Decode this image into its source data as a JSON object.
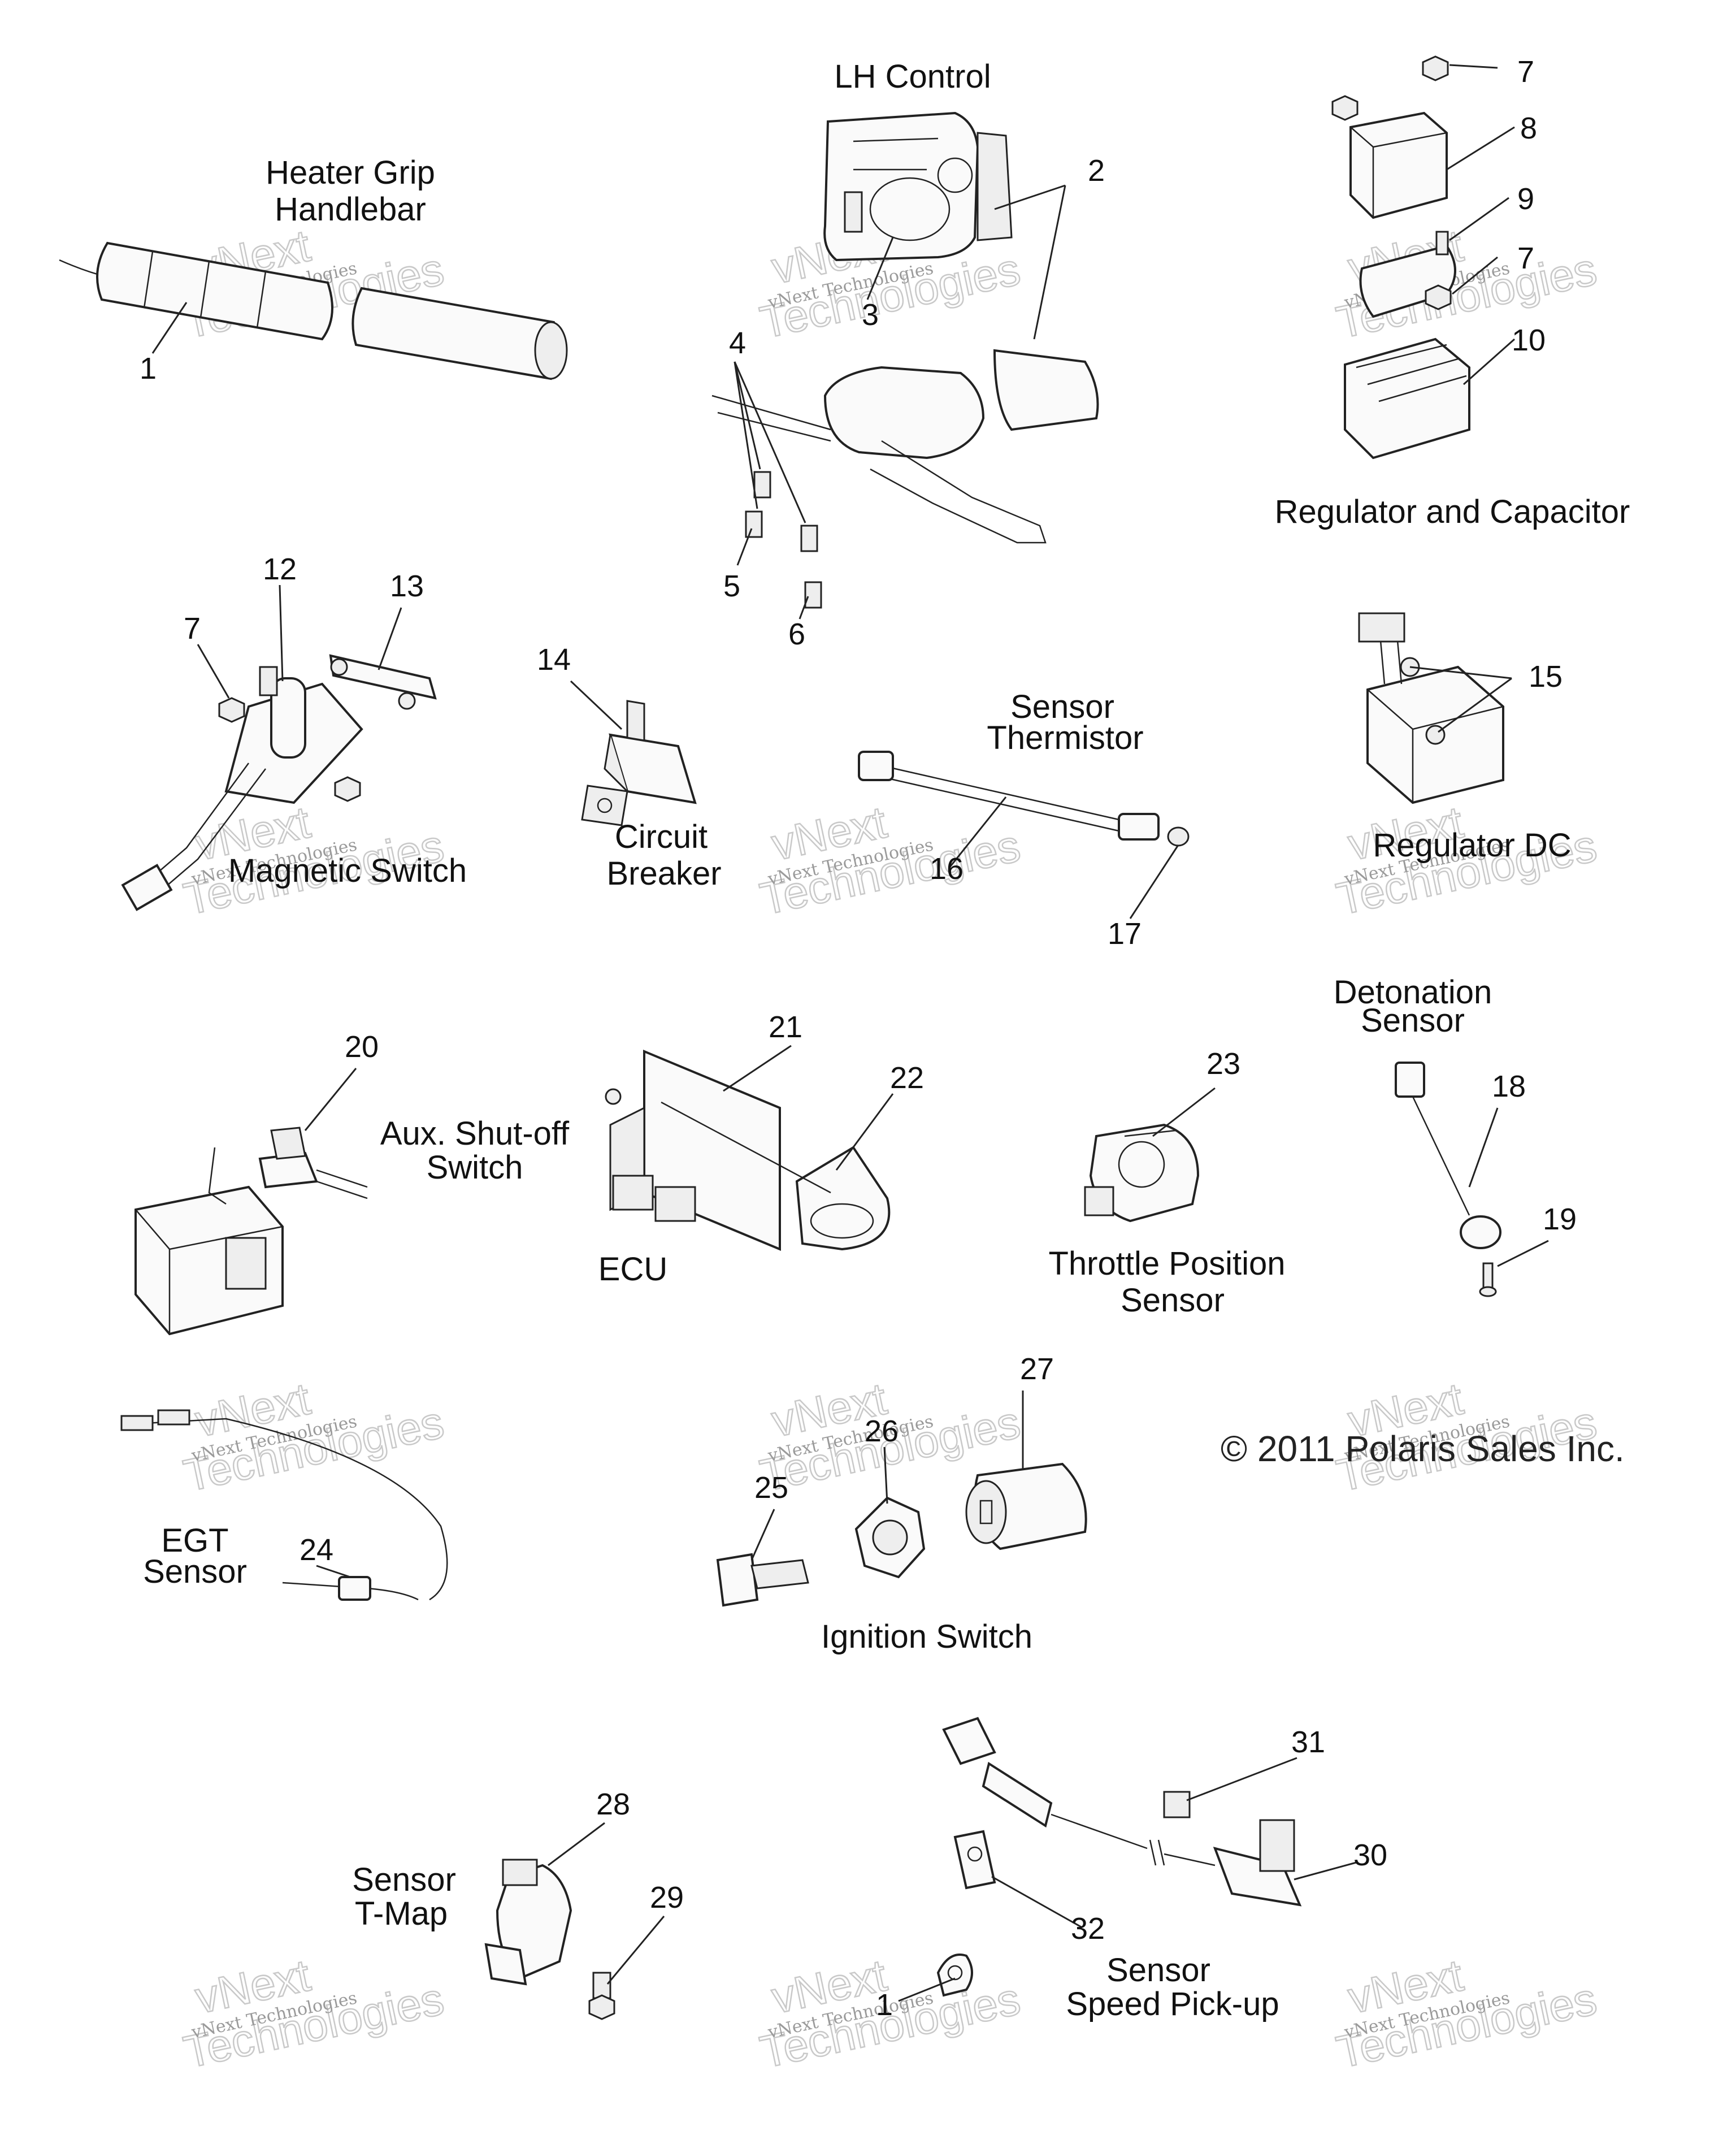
{
  "labels": {
    "heater_grip": [
      "Heater Grip",
      "Handlebar"
    ],
    "lh_control": [
      "LH Control"
    ],
    "regulator_capacitor": [
      "Regulator and Capacitor"
    ],
    "magnetic_switch": [
      "Magnetic Switch"
    ],
    "circuit_breaker": [
      "Circuit",
      "Breaker"
    ],
    "sensor_thermistor": [
      "Sensor",
      "Thermistor"
    ],
    "regulator_dc": [
      "Regulator DC"
    ],
    "detonation_sensor": [
      "Detonation",
      "Sensor"
    ],
    "aux_shutoff": [
      "Aux. Shut-off",
      "Switch"
    ],
    "ecu": [
      "ECU"
    ],
    "throttle_position": [
      "Throttle Position",
      "Sensor"
    ],
    "egt_sensor": [
      "EGT",
      "Sensor"
    ],
    "ignition_switch": [
      "Ignition Switch"
    ],
    "sensor_tmap": [
      "Sensor",
      "T-Map"
    ],
    "sensor_speed": [
      "Sensor",
      "Speed Pick-up"
    ]
  },
  "part_numbers": [
    "1",
    "2",
    "3",
    "4",
    "5",
    "6",
    "7",
    "8",
    "9",
    "7",
    "10",
    "12",
    "7",
    "13",
    "14",
    "15",
    "16",
    "17",
    "20",
    "21",
    "22",
    "23",
    "18",
    "19",
    "24",
    "26",
    "27",
    "25",
    "28",
    "29",
    "31",
    "30",
    "32",
    "1"
  ],
  "copyright": "© 2011 Polaris Sales Inc.",
  "watermark": {
    "line1": "vNext Technologies",
    "line2": "vNext",
    "line3": "Technologies"
  }
}
